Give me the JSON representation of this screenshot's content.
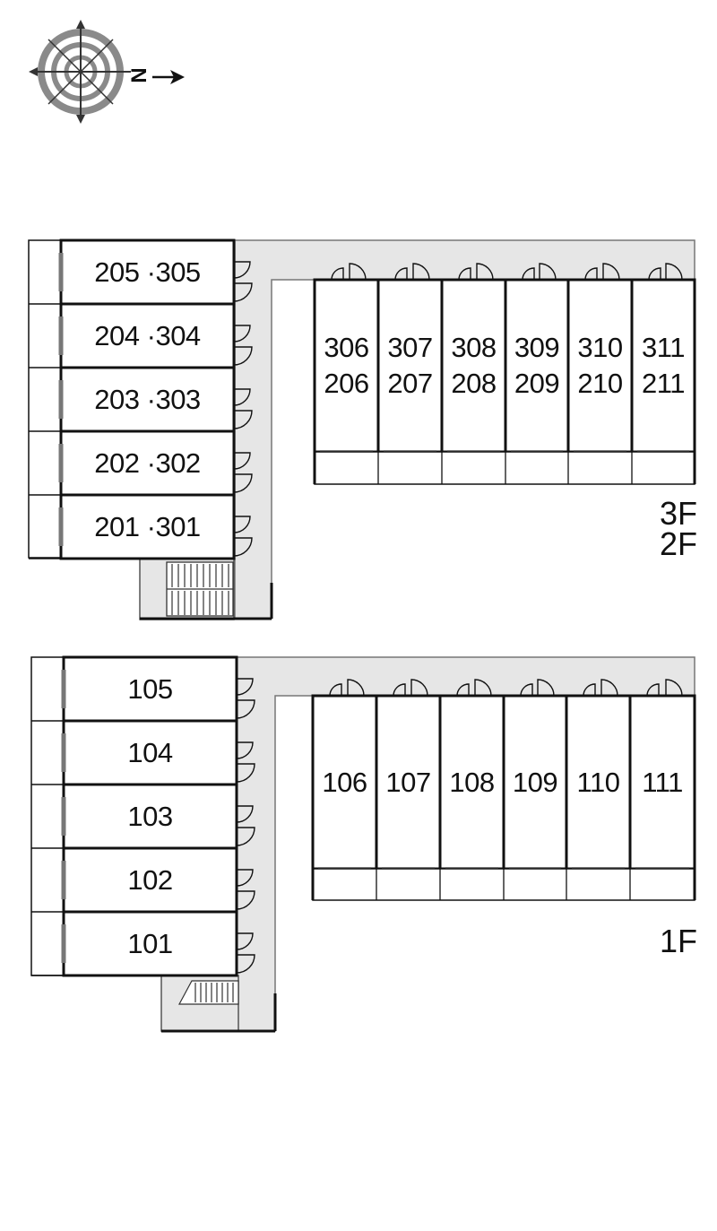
{
  "compass": {
    "north_letter": "N",
    "icon": "compass-icon"
  },
  "floors": {
    "upper": {
      "floor_labels": [
        "3F",
        "2F"
      ],
      "west_rooms": [
        "205 ·305",
        "204 ·304",
        "203 ·303",
        "202 ·302",
        "201 ·301"
      ],
      "east_rooms": [
        {
          "top": "306",
          "bottom": "206"
        },
        {
          "top": "307",
          "bottom": "207"
        },
        {
          "top": "308",
          "bottom": "208"
        },
        {
          "top": "309",
          "bottom": "209"
        },
        {
          "top": "310",
          "bottom": "210"
        },
        {
          "top": "311",
          "bottom": "211"
        }
      ]
    },
    "ground": {
      "floor_label": "1F",
      "west_rooms": [
        "105",
        "104",
        "103",
        "102",
        "101"
      ],
      "east_rooms": [
        "106",
        "107",
        "108",
        "109",
        "110",
        "111"
      ]
    }
  },
  "colors": {
    "corridor": "#e6e6e6",
    "wall": "#111111",
    "compass_ring": "#8a8a8a"
  }
}
